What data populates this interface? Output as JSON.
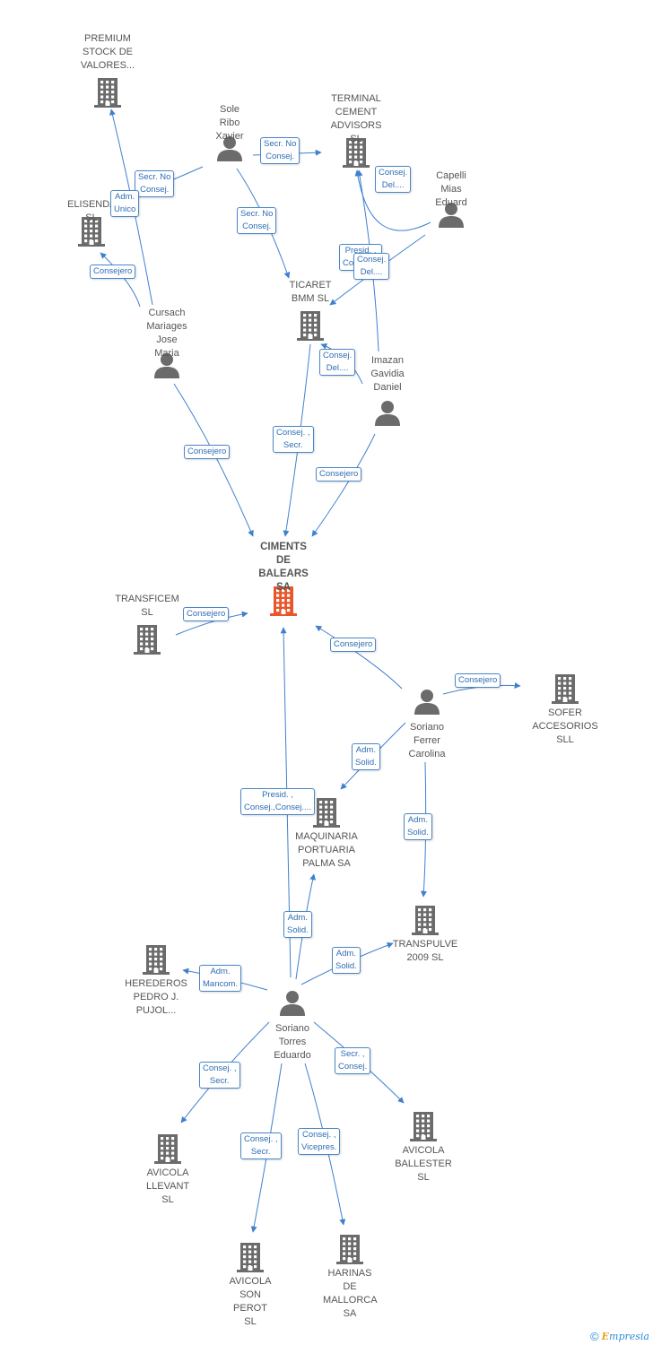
{
  "colors": {
    "edge": "#3f80cf",
    "icon": "#6b6b6b",
    "main": "#e8562a",
    "label_border": "#4a86c8",
    "label_text": "#2e6db4"
  },
  "nodes": [
    {
      "id": "premium",
      "type": "company",
      "label": "PREMIUM\nSTOCK DE\nVALORES..."
    },
    {
      "id": "sole",
      "type": "person",
      "label": "Sole Ribo\nXavier"
    },
    {
      "id": "terminal",
      "type": "company",
      "label": "TERMINAL\nCEMENT\nADVISORS SL"
    },
    {
      "id": "elisenda",
      "type": "company",
      "label": "ELISENDA SL"
    },
    {
      "id": "capelli",
      "type": "person",
      "label": "Capelli Mias\nEduard"
    },
    {
      "id": "ticaret",
      "type": "company",
      "label": "TICARET\nBMM SL"
    },
    {
      "id": "cursach",
      "type": "person",
      "label": "Cursach\nMariages\nJose Maria"
    },
    {
      "id": "imazan",
      "type": "person",
      "label": "Imazan\nGavidia\nDaniel"
    },
    {
      "id": "ciments",
      "type": "main",
      "label": "CIMENTS\nDE\nBALEARS SA"
    },
    {
      "id": "transficem",
      "type": "company",
      "label": "TRANSFICEM\nSL"
    },
    {
      "id": "sofer",
      "type": "company",
      "label": "SOFER\nACCESORIOS SLL"
    },
    {
      "id": "soriano_ferrer",
      "type": "person",
      "label": "Soriano\nFerrer\nCarolina"
    },
    {
      "id": "maquinaria",
      "type": "company",
      "label": "MAQUINARIA\nPORTUARIA\nPALMA SA"
    },
    {
      "id": "transpulve",
      "type": "company",
      "label": "TRANSPULVE\n2009 SL"
    },
    {
      "id": "herederos",
      "type": "company",
      "label": "HEREDEROS\nPEDRO J.\nPUJOL..."
    },
    {
      "id": "soriano_torres",
      "type": "person",
      "label": "Soriano\nTorres\nEduardo"
    },
    {
      "id": "avicola_llevant",
      "type": "company",
      "label": "AVICOLA\nLLEVANT SL"
    },
    {
      "id": "avicola_ballester",
      "type": "company",
      "label": "AVICOLA\nBALLESTER SL"
    },
    {
      "id": "avicola_son_perot",
      "type": "company",
      "label": "AVICOLA\nSON PEROT SL"
    },
    {
      "id": "harinas",
      "type": "company",
      "label": "HARINAS DE\nMALLORCA SA"
    }
  ],
  "edges": [
    {
      "from": "sole",
      "to": "terminal",
      "label": "Secr.  No\nConsej."
    },
    {
      "from": "sole",
      "to": "elisenda",
      "label": "Secr.  No\nConsej."
    },
    {
      "from": "sole",
      "to": "ticaret",
      "label": "Secr.  No\nConsej."
    },
    {
      "from": "cursach",
      "to": "premium",
      "label": "Adm.\nUnico"
    },
    {
      "from": "cursach",
      "to": "elisenda",
      "label": "Consejero"
    },
    {
      "from": "capelli",
      "to": "terminal",
      "label": "Consej.\nDel...."
    },
    {
      "from": "capelli",
      "to": "ticaret",
      "label": "Presid. ,\nConsej...."
    },
    {
      "from": "imazan",
      "to": "ticaret",
      "label": "Consej.\nDel...."
    },
    {
      "from": "imazan",
      "to": "terminal",
      "label": "Consej.\nDel...."
    },
    {
      "from": "cursach",
      "to": "ciments",
      "label": "Consejero"
    },
    {
      "from": "ticaret",
      "to": "ciments",
      "label": "Consej. ,\nSecr."
    },
    {
      "from": "imazan",
      "to": "ciments",
      "label": "Consejero"
    },
    {
      "from": "transficem",
      "to": "ciments",
      "label": "Consejero"
    },
    {
      "from": "soriano_ferrer",
      "to": "ciments",
      "label": "Consejero"
    },
    {
      "from": "soriano_ferrer",
      "to": "sofer",
      "label": "Consejero"
    },
    {
      "from": "soriano_ferrer",
      "to": "maquinaria",
      "label": "Adm.\nSolid."
    },
    {
      "from": "soriano_ferrer",
      "to": "transpulve",
      "label": "Adm.\nSolid."
    },
    {
      "from": "soriano_torres",
      "to": "ciments",
      "label": "Presid. ,\nConsej.,Consej...."
    },
    {
      "from": "soriano_torres",
      "to": "maquinaria",
      "label": "Adm.\nSolid."
    },
    {
      "from": "soriano_torres",
      "to": "transpulve",
      "label": "Adm.\nSolid."
    },
    {
      "from": "soriano_torres",
      "to": "herederos",
      "label": "Adm.\nMancom."
    },
    {
      "from": "soriano_torres",
      "to": "avicola_llevant",
      "label": "Consej. ,\nSecr."
    },
    {
      "from": "soriano_torres",
      "to": "avicola_ballester",
      "label": "Secr. ,\nConsej."
    },
    {
      "from": "soriano_torres",
      "to": "avicola_son_perot",
      "label": "Consej. ,\nSecr."
    },
    {
      "from": "soriano_torres",
      "to": "harinas",
      "label": "Consej. ,\nVicepres."
    }
  ],
  "footer": {
    "copyright": "©",
    "brand_initial": "E",
    "brand_rest": "mpresia"
  }
}
